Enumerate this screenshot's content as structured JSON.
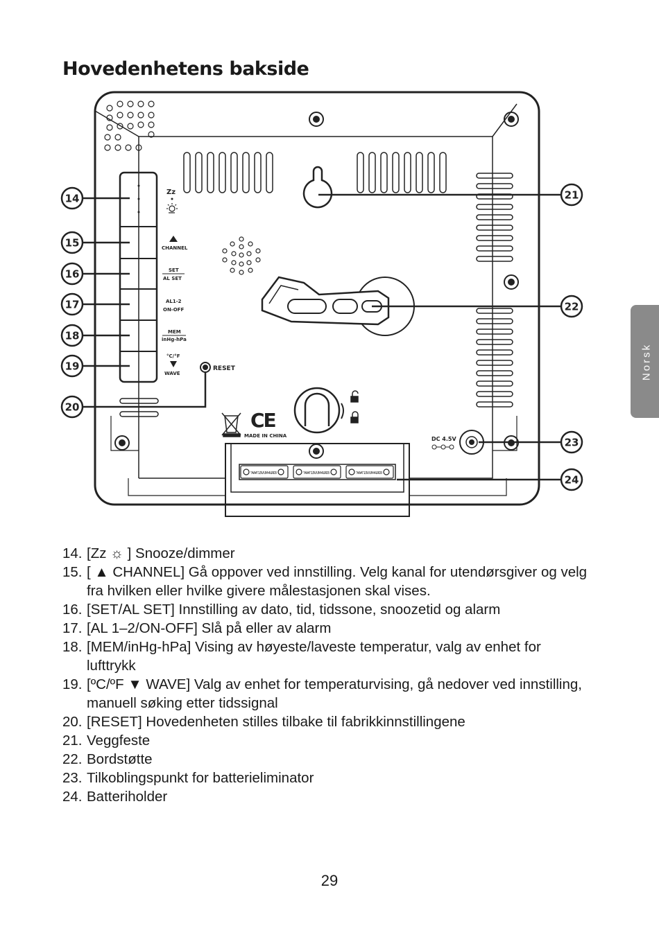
{
  "page": {
    "title": "Hovedenhetens bakside",
    "side_tab": "Norsk",
    "page_number": "29"
  },
  "diagram": {
    "callouts": [
      "14",
      "15",
      "16",
      "17",
      "18",
      "19",
      "20",
      "21",
      "22",
      "23",
      "24"
    ],
    "button_labels": {
      "zz": "Zz",
      "channel": "CHANNEL",
      "set": "SET",
      "al_set": "AL SET",
      "al12": "AL1-2",
      "on_off": "ON-OFF",
      "mem": "MEM",
      "inhg": "inHg-hPa",
      "cf": "°C/°F",
      "wave": "WAVE"
    },
    "reset_label": "RESET",
    "made_in": "MADE IN CHINA",
    "ce_mark": "CE",
    "dc_label": "DC 4.5V",
    "battery_text": "\"AAA\" 1.5V UM-4 LR03"
  },
  "items": [
    {
      "num": "14.",
      "text": "[Zz ☼ ] Snooze/dimmer"
    },
    {
      "num": "15.",
      "text": "[ ▲ CHANNEL] Gå oppover ved innstilling. Velg kanal for utendørsgiver og velg fra hvilken eller hvilke givere målestasjonen skal vises."
    },
    {
      "num": "16.",
      "text": "[SET/AL SET] Innstilling av dato, tid, tidssone, snoozetid og alarm"
    },
    {
      "num": "17.",
      "text": "[AL 1–2/ON-OFF] Slå på eller av alarm"
    },
    {
      "num": "18.",
      "text": "[MEM/inHg-hPa] Vising av høyeste/laveste temperatur, valg av enhet for lufttrykk"
    },
    {
      "num": "19.",
      "text": "[ºC/ºF ▼ WAVE] Valg av enhet for temperaturvising, gå nedover ved innstilling, manuell søking etter tidssignal"
    },
    {
      "num": "20.",
      "text": "[RESET] Hovedenheten stilles tilbake til fabrikkinnstillingene"
    },
    {
      "num": "21.",
      "text": "Veggfeste"
    },
    {
      "num": "22.",
      "text": "Bordstøtte"
    },
    {
      "num": "23.",
      "text": "Tilkoblingspunkt for batterieliminator"
    },
    {
      "num": "24.",
      "text": "Batteriholder"
    }
  ]
}
